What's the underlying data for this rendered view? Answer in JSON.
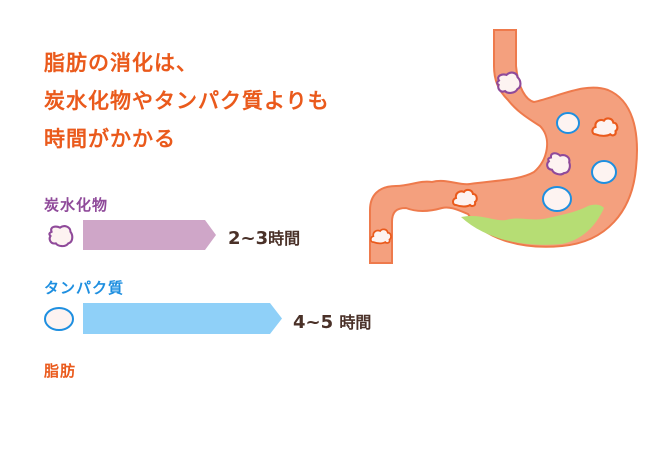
{
  "headline": {
    "lines": [
      "脂肪の消化は、",
      "炭水化物やタンパク質よりも",
      "時間がかかる"
    ]
  },
  "colors": {
    "headline": "#ea5a1c",
    "carbohydrate": "#8f4a9a",
    "carbohydrate_bar": "#cfa6c8",
    "protein": "#1e8fe0",
    "protein_bar": "#8fd0f8",
    "fat": "#ea5a1c",
    "stomach": "#f4a07e",
    "stomach_outline": "#ee7a4c",
    "gastric_juice": "#b6dd74",
    "time_text": "#4a3128"
  },
  "nutrients": [
    {
      "name": "炭水化物",
      "icon": "carbohydrate-blob-icon",
      "time_range": "2~3",
      "time_unit": "時間",
      "hours_min": 2,
      "hours_max": 3
    },
    {
      "name": "タンパク質",
      "icon": "protein-oval-icon",
      "time_range": "4~5",
      "time_unit": "時間",
      "hours_min": 4,
      "hours_max": 5
    },
    {
      "name": "脂肪",
      "icon": "fat-cloud-icon"
    }
  ]
}
